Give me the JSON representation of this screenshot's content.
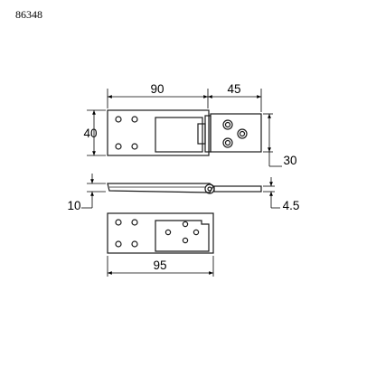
{
  "product": {
    "code": "86348"
  },
  "dimensions": {
    "top_width_left": "90",
    "top_width_right": "45",
    "height_left": "40",
    "height_right": "30",
    "side_thickness": "10",
    "side_plate": "4.5",
    "bottom_width": "95"
  },
  "colors": {
    "line": "#1a1a1a",
    "dim": "#000000"
  }
}
